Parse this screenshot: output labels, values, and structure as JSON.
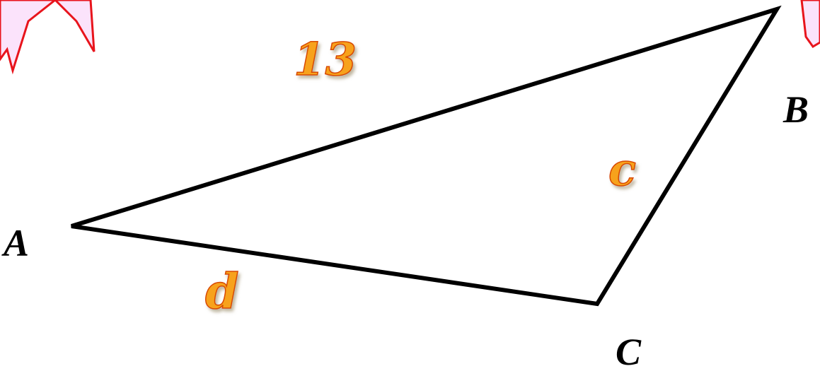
{
  "colors": {
    "triangle_stroke": "#000000",
    "star_fill": "#fbe3fb",
    "star_stroke": "#e8141c",
    "label_fill": "#f7a21b",
    "label_stroke": "#d84800",
    "label_shadow": "#c8bca0"
  },
  "vertices": {
    "a": "A",
    "b": "B",
    "c": "C"
  },
  "sides": {
    "ab": "13",
    "bc": "c",
    "ac": "d"
  }
}
